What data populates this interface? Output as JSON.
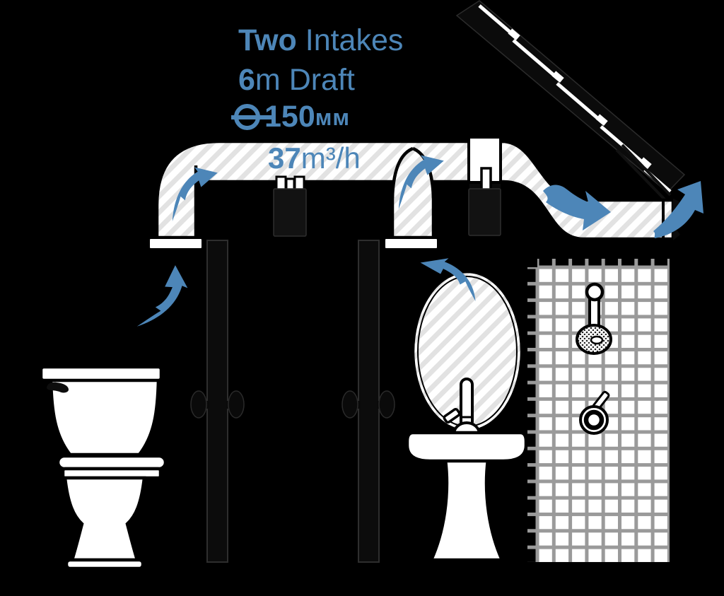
{
  "title": "Bathroom ventilation scheme with two intakes",
  "colors": {
    "background": "#000000",
    "accent": "#4d86b8",
    "duct_stripe": "#e2e2e2",
    "grout": "#9a9a9a"
  },
  "labels": {
    "intakes_bold": "Two",
    "intakes_rest": " Intakes",
    "draft_bold": "6",
    "draft_rest": "m Draft",
    "diameter_value": "150",
    "diameter_unit": "мм",
    "flow_value": "37",
    "flow_unit": "m³/h"
  },
  "icons": {
    "diameter": "circle-with-horizontal-bar",
    "airflow": "curved-swoosh-arrow"
  },
  "elements": [
    "roof",
    "exhaust-duct",
    "intake-flange-left",
    "intake-flange-right",
    "inline-fan-left",
    "inline-fan-right",
    "duct-junction-box",
    "airflow-arrows",
    "bathroom-door-left",
    "bathroom-door-right",
    "toilet",
    "pedestal-sink",
    "oval-mirror",
    "tiled-shower-wall",
    "shower-head",
    "shower-mixer-valve"
  ]
}
